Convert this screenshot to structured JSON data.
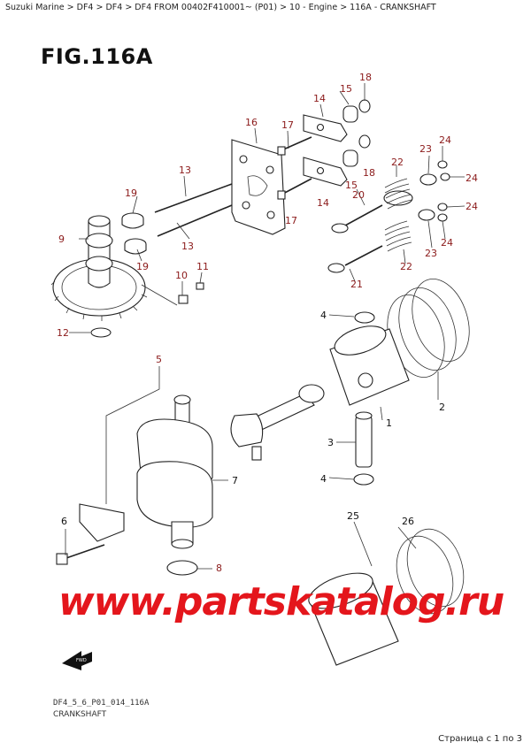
{
  "breadcrumb": "Suzuki Marine > DF4 > DF4 > DF4 FROM 00402F410001~ (P01) > 10 - Engine > 116A - CRANKSHAFT",
  "figure": {
    "title": "FIG.116A",
    "code": "DF4_5_6_P01_014_116A",
    "name": "CRANKSHAFT"
  },
  "watermark": "www.partskatalog.ru",
  "fwd_label": "FWD",
  "page_info": "Страница с 1 по 3",
  "parts": {
    "p1": "1",
    "p2": "2",
    "p3": "3",
    "p4a": "4",
    "p4b": "4",
    "p5": "5",
    "p6": "6",
    "p7": "7",
    "p8": "8",
    "p9": "9",
    "p10": "10",
    "p11": "11",
    "p12": "12",
    "p13a": "13",
    "p13b": "13",
    "p14a": "14",
    "p14b": "14",
    "p15a": "15",
    "p15b": "15",
    "p16": "16",
    "p17a": "17",
    "p17b": "17",
    "p18a": "18",
    "p18b": "18",
    "p19a": "19",
    "p19b": "19",
    "p20": "20",
    "p21": "21",
    "p22a": "22",
    "p22b": "22",
    "p23a": "23",
    "p23b": "23",
    "p24a": "24",
    "p24b": "24",
    "p24c": "24",
    "p24d": "24",
    "p25": "25",
    "p26": "26"
  },
  "colors": {
    "label": "#8b1a1a",
    "watermark": "#e4161c"
  }
}
